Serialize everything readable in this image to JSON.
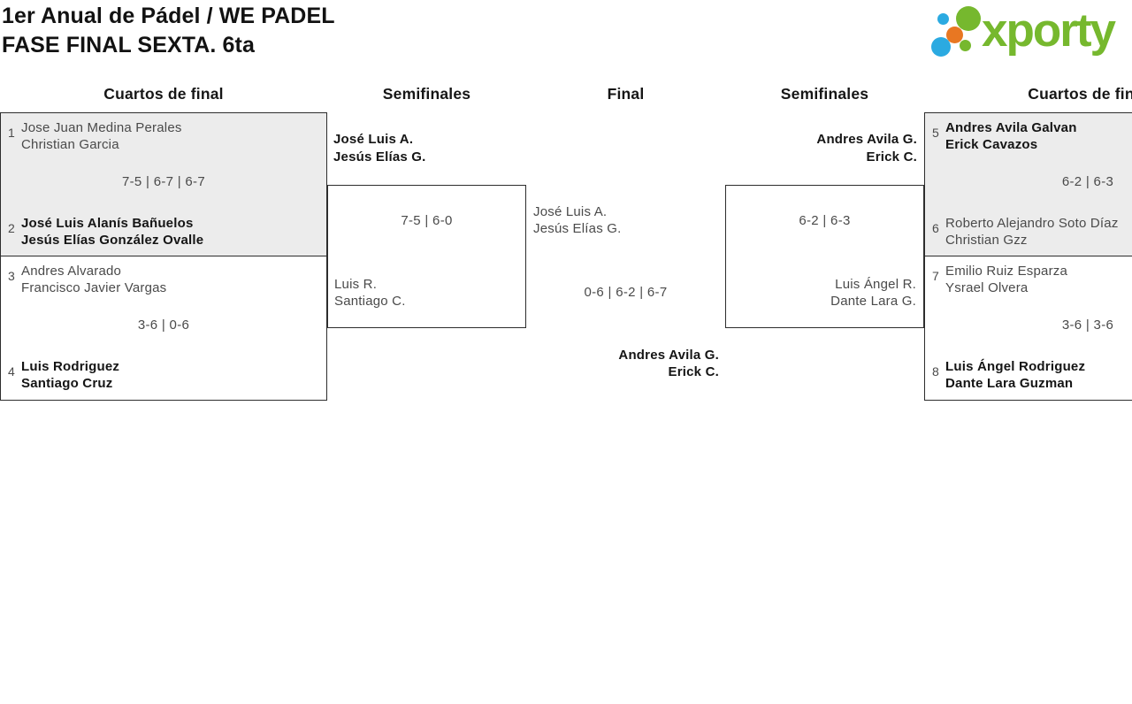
{
  "header": {
    "title_line1": "1er Anual de Pádel / WE PADEL",
    "title_line2": "FASE FINAL SEXTA. 6ta",
    "logo_text": "xporty"
  },
  "colors": {
    "logo_green": "#76b82e",
    "logo_blue": "#2baae1",
    "logo_orange": "#e87722",
    "box_shaded": "#ececec",
    "box_border": "#2d2d2d",
    "muted_text": "#4a4a4a"
  },
  "columns": {
    "qf_left": "Cuartos de final",
    "sf_left": "Semifinales",
    "final": "Final",
    "sf_right": "Semifinales",
    "qf_right": "Cuartos de final"
  },
  "quarterfinals": [
    {
      "seed_a": "1",
      "team_a_line1": "Jose Juan Medina Perales",
      "team_a_line2": "Christian Garcia",
      "score": "7-5 | 6-7 | 6-7",
      "seed_b": "2",
      "team_b_line1": "José Luis Alanís Bañuelos",
      "team_b_line2": "Jesús Elías González Ovalle"
    },
    {
      "seed_a": "3",
      "team_a_line1": "Andres Alvarado",
      "team_a_line2": "Francisco Javier Vargas",
      "score": "3-6 | 0-6",
      "seed_b": "4",
      "team_b_line1": "Luis Rodriguez",
      "team_b_line2": "Santiago Cruz"
    },
    {
      "seed_a": "5",
      "team_a_line1": "Andres Avila Galvan",
      "team_a_line2": "Erick Cavazos",
      "score": "6-2 | 6-3",
      "seed_b": "6",
      "team_b_line1": "Roberto Alejandro Soto Díaz",
      "team_b_line2": "Christian Gzz"
    },
    {
      "seed_a": "7",
      "team_a_line1": "Emilio Ruiz Esparza",
      "team_a_line2": "Ysrael Olvera",
      "score": "3-6 | 3-6",
      "seed_b": "8",
      "team_b_line1": "Luis Ángel Rodriguez",
      "team_b_line2": "Dante Lara Guzman"
    }
  ],
  "semifinals": [
    {
      "team_a_line1": "José Luis A.",
      "team_a_line2": "Jesús Elías G.",
      "score": "7-5 | 6-0",
      "team_b_line1": "Luis R.",
      "team_b_line2": "Santiago C."
    },
    {
      "team_a_line1": "Andres Avila G.",
      "team_a_line2": "Erick C.",
      "score": "6-2 | 6-3",
      "team_b_line1": "Luis Ángel R.",
      "team_b_line2": "Dante Lara G."
    }
  ],
  "final": {
    "team_a_line1": "José Luis A.",
    "team_a_line2": "Jesús Elías G.",
    "score": "0-6 | 6-2 | 6-7",
    "team_b_line1": "Andres Avila G.",
    "team_b_line2": "Erick C."
  }
}
